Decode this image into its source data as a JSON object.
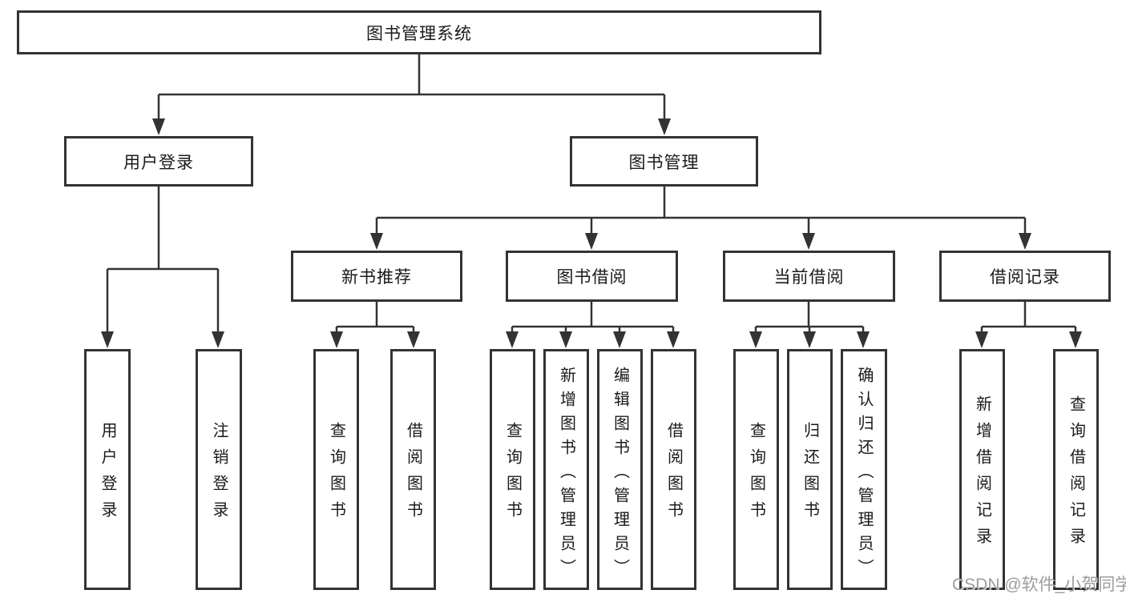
{
  "diagram": {
    "type": "tree",
    "title": "图书管理系统",
    "tree": {
      "label": "图书管理系统",
      "children": [
        {
          "label": "用户登录",
          "children": [
            {
              "label": "用户登录"
            },
            {
              "label": "注销登录"
            }
          ]
        },
        {
          "label": "图书管理",
          "children": [
            {
              "label": "新书推荐",
              "children": [
                {
                  "label": "查询图书"
                },
                {
                  "label": "借阅图书"
                }
              ]
            },
            {
              "label": "图书借阅",
              "children": [
                {
                  "label": "查询图书"
                },
                {
                  "label": "新增图书（管理员）"
                },
                {
                  "label": "编辑图书（管理员）"
                },
                {
                  "label": "借阅图书"
                }
              ]
            },
            {
              "label": "当前借阅",
              "children": [
                {
                  "label": "查询图书"
                },
                {
                  "label": "归还图书"
                },
                {
                  "label": "确认归还（管理员）"
                }
              ]
            },
            {
              "label": "借阅记录",
              "children": [
                {
                  "label": "新增借阅记录"
                },
                {
                  "label": "查询借阅记录"
                }
              ]
            }
          ]
        }
      ]
    },
    "colors": {
      "line": "#333333",
      "box_border": "#333333",
      "text": "#1a1a1a",
      "background": "#ffffff",
      "watermark": "#949494"
    }
  },
  "watermark": {
    "text": "CSDN @软件_小贺同学"
  }
}
